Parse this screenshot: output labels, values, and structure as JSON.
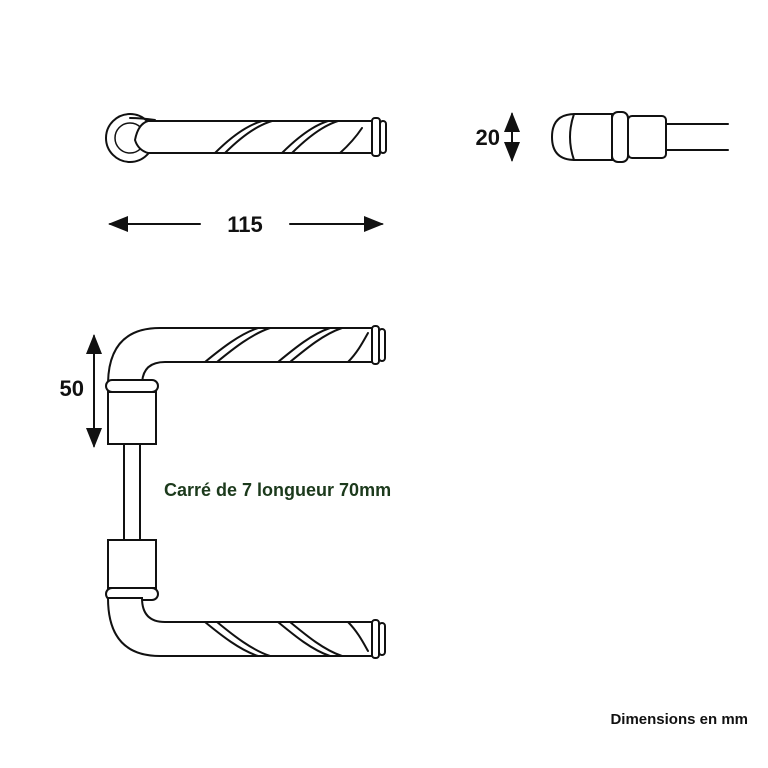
{
  "dimensions": {
    "length": "115",
    "height": "20",
    "offset": "50"
  },
  "spindle_note": "Carré de 7 longueur 70mm",
  "footnote": "Dimensions en mm"
}
